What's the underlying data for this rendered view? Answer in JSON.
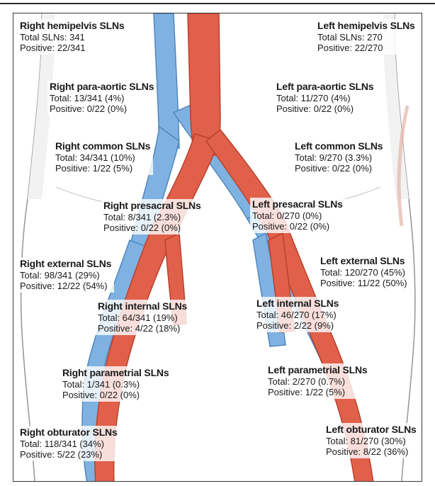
{
  "labels": {
    "right_hemipelvis": {
      "title": "Right hemipelvis SLNs",
      "line1": "Total SLNs: 341",
      "line2": "Positive: 22/341"
    },
    "left_hemipelvis": {
      "title": "Left hemipelvis SLNs",
      "line1": "Total SLNs: 270",
      "line2": "Positive: 22/270"
    },
    "right_para_aortic": {
      "title": "Right para-aortic SLNs",
      "line1": "Total: 13/341 (4%)",
      "line2": "Positive: 0/22 (0%)"
    },
    "left_para_aortic": {
      "title": "Left para-aortic SLNs",
      "line1": "Total: 11/270 (4%)",
      "line2": "Positive: 0/22 (0%)"
    },
    "right_common": {
      "title": "Right common SLNs",
      "line1": "Total: 34/341 (10%)",
      "line2": "Positive: 1/22 (5%)"
    },
    "left_common": {
      "title": "Left common SLNs",
      "line1": "Total: 9/270 (3.3%)",
      "line2": "Positive: 0/22 (0%)"
    },
    "right_presacral": {
      "title": "Right presacral SLNs",
      "line1": "Total: 8/341 (2.3%)",
      "line2": "Positive: 0/22 (0%)"
    },
    "left_presacral": {
      "title": "Left presacral SLNs",
      "line1": "Total: 0/270 (0%)",
      "line2": "Positive: 0/22 (0%)"
    },
    "right_external": {
      "title": "Right external SLNs",
      "line1": "Total: 98/341 (29%)",
      "line2": "Positive: 12/22 (54%)"
    },
    "left_external": {
      "title": "Left external SLNs",
      "line1": "Total: 120/270 (45%)",
      "line2": "Positive: 11/22 (50%)"
    },
    "right_internal": {
      "title": "Right internal SLNs",
      "line1": "Total: 64/341 (19%)",
      "line2": "Positive: 4/22 (18%)"
    },
    "left_internal": {
      "title": "Left internal SLNs",
      "line1": "Total: 46/270 (17%)",
      "line2": "Positive: 2/22 (9%)"
    },
    "right_parametrial": {
      "title": "Right parametrial SLNs",
      "line1": "Total: 1/341 (0.3%)",
      "line2": "Positive: 0/22 (0%)"
    },
    "left_parametrial": {
      "title": "Left parametrial SLNs",
      "line1": "Total: 2/270 (0.7%)",
      "line2": "Positive: 1/22 (5%)"
    },
    "right_obturator": {
      "title": "Right obturator SLNs",
      "line1": "Total: 118/341 (34%)",
      "line2": "Positive: 5/22 (23%)"
    },
    "left_obturator": {
      "title": "Left obturator SLNs",
      "line1": "Total: 81/270 (30%)",
      "line2": "Positive: 8/22 (36%)"
    }
  },
  "colors": {
    "artery": "#e0604a",
    "artery_edge": "#b8412f",
    "vein": "#7fb2e0",
    "vein_edge": "#4f86bf",
    "body_outline": "#9a9a9a",
    "frame": "#3a3a3a"
  }
}
